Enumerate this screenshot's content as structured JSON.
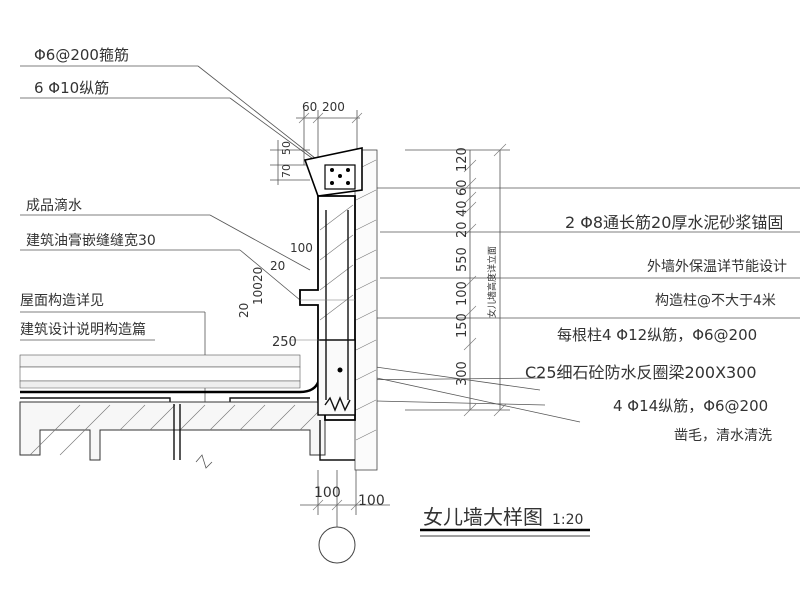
{
  "title": {
    "text": "女儿墙大样图",
    "scale": "1:20"
  },
  "left_notes": {
    "stirrups": "Φ6@200箍筋",
    "long_bars": "6 Φ10纵筋",
    "drip": "成品滴水",
    "sealant": "建筑油膏嵌缝缝宽30",
    "roof_ref_1": "屋面构造详见",
    "roof_ref_2": "建筑设计说明构造篇"
  },
  "right_notes": [
    "2 Φ8通长筋20厚水泥砂浆锚固",
    "外墙外保温详节能设计",
    "构造柱@不大于4米",
    "每根柱4 Φ12纵筋，Φ6@200",
    "C25细石砼防水反圈梁200X300",
    "4 Φ14纵筋，Φ6@200",
    "凿毛，清水清洗"
  ],
  "dimensions": {
    "top": [
      "60",
      "200"
    ],
    "top_left": [
      "50",
      "70"
    ],
    "vertical_right": [
      "120",
      "60",
      "40",
      "20",
      "550",
      "100",
      "150",
      "300"
    ],
    "vertical_label": "女儿墙高度详立面",
    "left_inner": [
      "100",
      "20",
      "20",
      "100",
      "20",
      "250"
    ],
    "bottom": [
      "100",
      "100"
    ]
  },
  "colors": {
    "line": "#555555",
    "heavy": "#000000",
    "text": "#333333"
  }
}
